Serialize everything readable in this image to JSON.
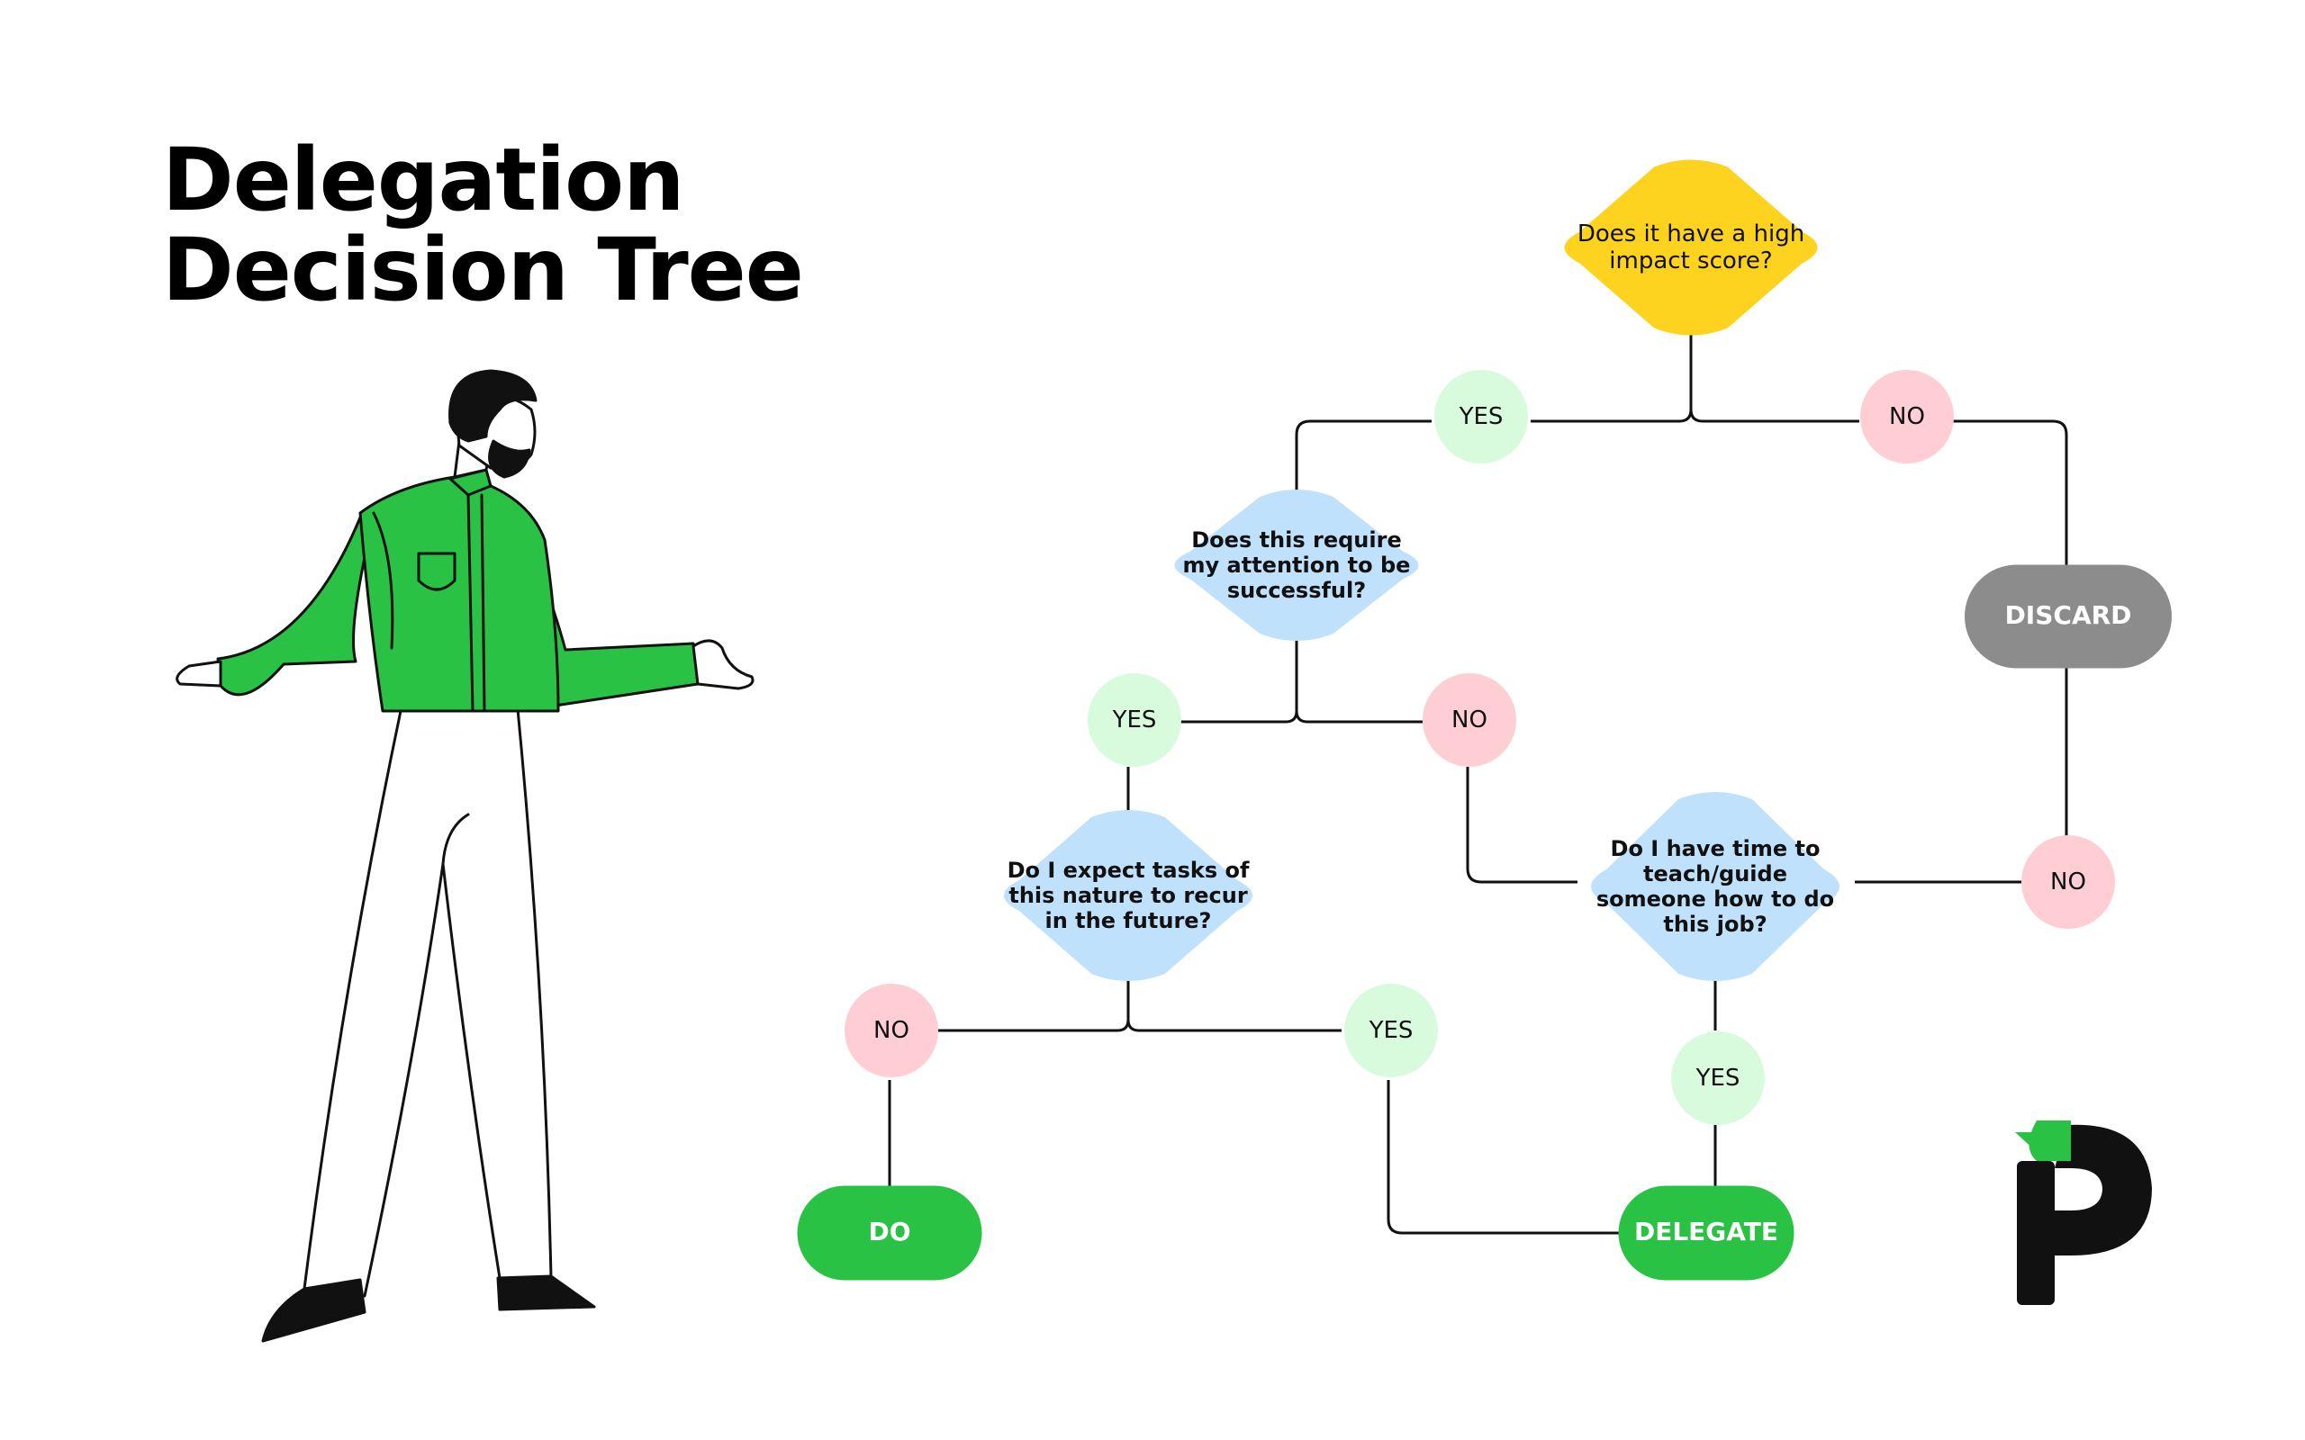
{
  "title": {
    "line1": "Delegation",
    "line2": "Decision Tree"
  },
  "colors": {
    "question_top": "#FDD31F",
    "question": "#BFE1FB",
    "yes": "#D8FBDE",
    "no": "#FFCED5",
    "terminal_green": "#2AC244",
    "terminal_gray": "#8C8C8C",
    "line": "#111111",
    "shirt": "#2AC244"
  },
  "nodes": {
    "q_impact": [
      "Does it have a high",
      "impact score?"
    ],
    "q_attention": [
      "Does this require",
      "my attention to be",
      "successful?"
    ],
    "q_recur": [
      "Do I expect tasks of",
      "this nature to recur",
      "in the future?"
    ],
    "q_teach": [
      "Do I have time to",
      "teach/guide",
      "someone how to do",
      "this job?"
    ],
    "yes_label": "YES",
    "no_label": "NO",
    "discard": "DISCARD",
    "do": "DO",
    "delegate": "DELEGATE"
  },
  "icons": {
    "person": "person-shrugging-illustration",
    "logo": "brand-logo-p"
  }
}
